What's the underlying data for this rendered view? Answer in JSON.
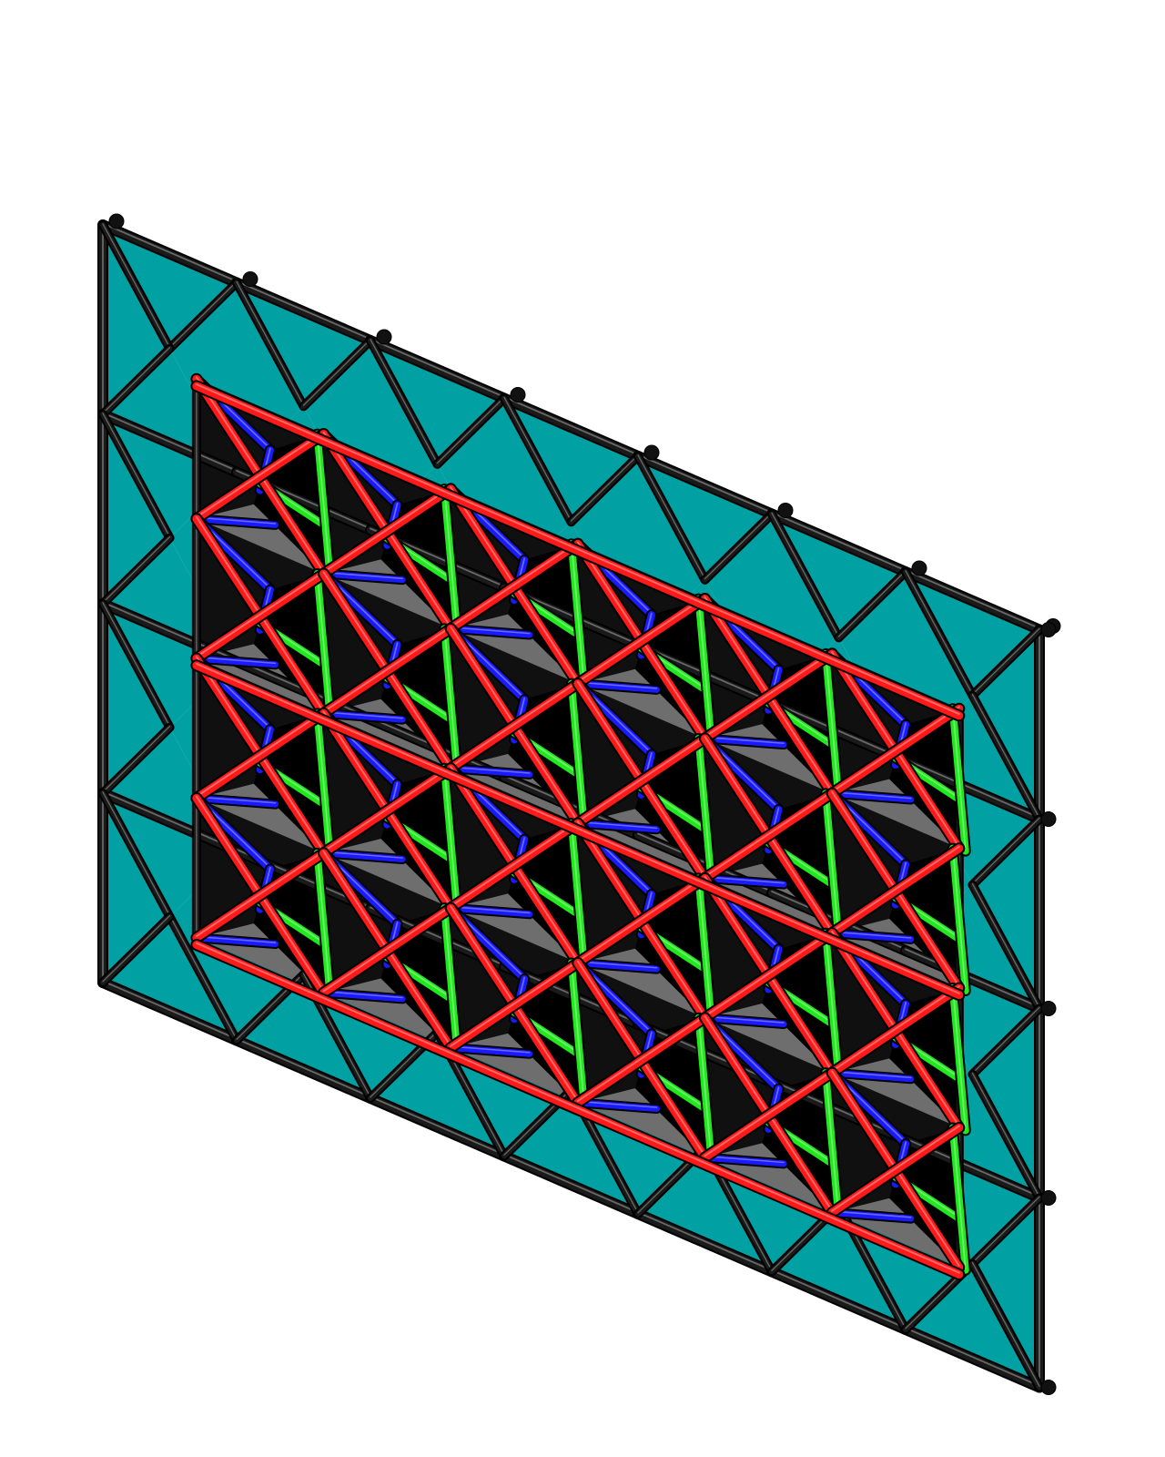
{
  "model": {
    "kind": "triangulated-panel-truss",
    "outer_frame": {
      "columns": 7,
      "rows": 4
    },
    "inner_lattice": {
      "columns": 6,
      "rows": 4,
      "pattern": "tetrahedral"
    },
    "colors": {
      "background": "#ffffff",
      "frame_panel": "#00a0a3",
      "strut_outline": "#000000",
      "frame_strut": "#1a1a1a",
      "lattice_background": "#000000",
      "lattice_panel": "#101010",
      "lattice_panel_light": "#6e6e6e",
      "red_strut": "#ff1a1a",
      "green_strut": "#22e81e",
      "blue_strut": "#1a1aff",
      "node": "#111111"
    }
  }
}
